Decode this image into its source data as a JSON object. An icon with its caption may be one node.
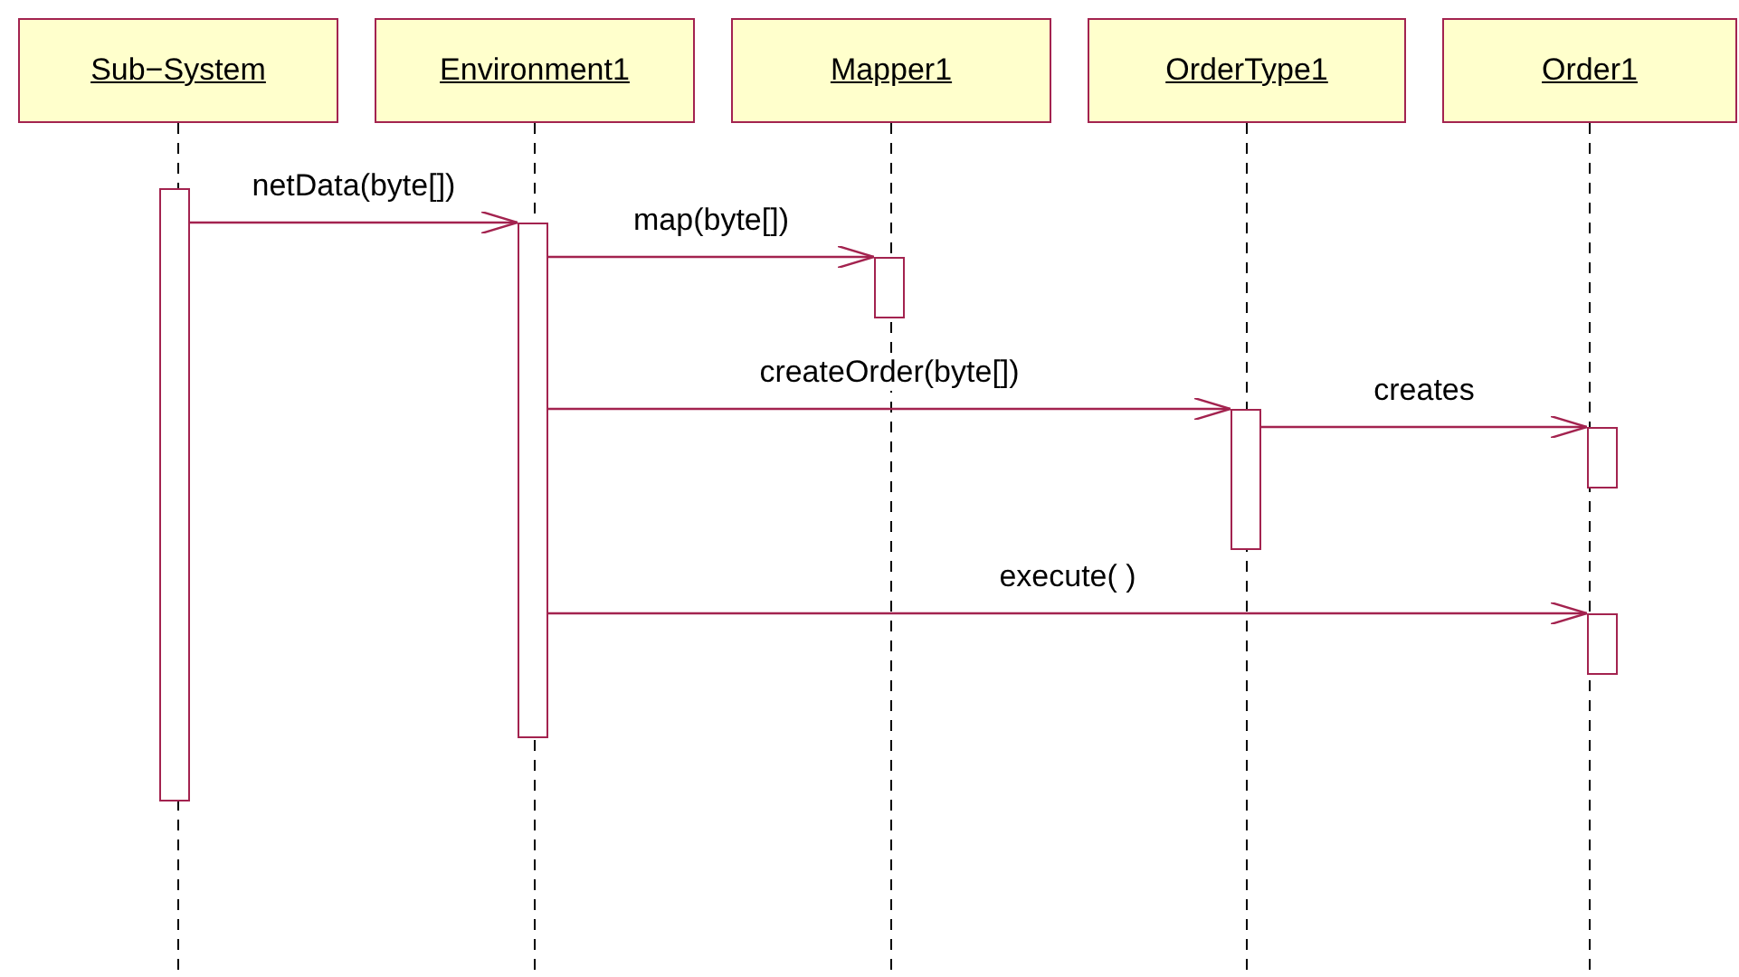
{
  "diagram": {
    "nodes": [
      {
        "text": [
          "Sub−System"
        ]
      },
      {
        "text": [
          "Environment1"
        ]
      },
      {
        "text": [
          "Mapper1"
        ]
      },
      {
        "text": [
          "OrderType1"
        ]
      },
      {
        "text": [
          "Order1"
        ]
      },
      {
        "text": [],
        "shape": "bar"
      },
      {
        "text": [],
        "shape": "bar"
      },
      {
        "text": [],
        "shape": "bar"
      },
      {
        "text": [],
        "shape": "bar"
      },
      {
        "text": [],
        "shape": "bar"
      },
      {
        "text": [],
        "shape": "bar"
      }
    ],
    "edges": [
      {
        "from": 5,
        "to": 6,
        "arrow": "to",
        "label": "netData(byte[])"
      },
      {
        "from": 6,
        "to": 7,
        "arrow": "to",
        "label": "map(byte[])"
      },
      {
        "from": 6,
        "to": 8,
        "arrow": "to",
        "label": "createOrder(byte[])"
      },
      {
        "from": 8,
        "to": 9,
        "arrow": "to",
        "label": "creates"
      },
      {
        "from": 6,
        "to": 10,
        "arrow": "to",
        "label": "execute( )"
      }
    ]
  }
}
